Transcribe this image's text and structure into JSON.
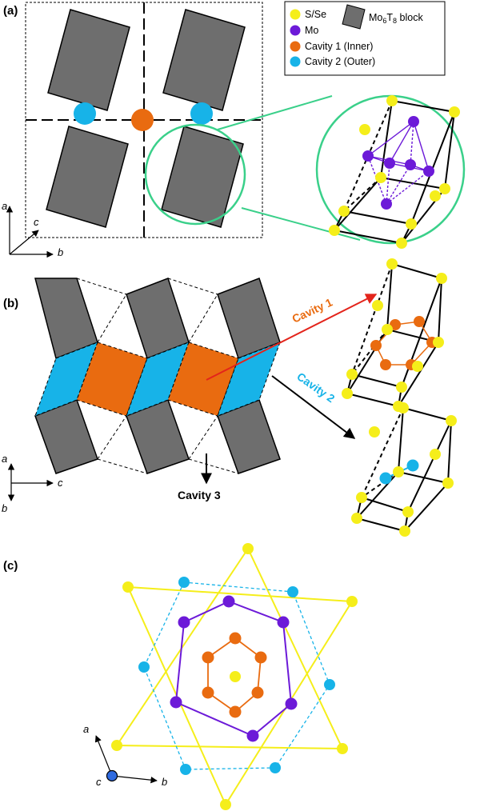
{
  "panels": {
    "a": "(a)",
    "b": "(b)",
    "c": "(c)"
  },
  "legend": {
    "items": [
      {
        "label": "S/Se",
        "color": "#f5ee1a"
      },
      {
        "label": "Mo",
        "color": "#6c1ad8"
      },
      {
        "label": "Cavity 1 (Inner)",
        "color": "#e96b10"
      },
      {
        "label": "Cavity 2 (Outer)",
        "color": "#17b3e8"
      }
    ],
    "block_label_main": "Mo",
    "block_label_sub1": "6",
    "block_label_mid": "T",
    "block_label_sub2": "8",
    "block_label_tail": " block"
  },
  "axes_a": {
    "a": "a",
    "b": "b",
    "c": "c"
  },
  "axes_b": {
    "a": "a",
    "b": "b",
    "c": "c"
  },
  "axes_c": {
    "a": "a",
    "b": "b",
    "c": "c"
  },
  "callouts": {
    "cavity1": "Cavity 1",
    "cavity2": "Cavity 2",
    "cavity3": "Cavity 3"
  },
  "colors": {
    "s_se": "#f5ee1a",
    "mo": "#6c1ad8",
    "cavity1": "#e96b10",
    "cavity2": "#17b3e8",
    "block": "#6e6e6e",
    "green": "#3ad08a",
    "arrow_red": "#e3241b"
  }
}
